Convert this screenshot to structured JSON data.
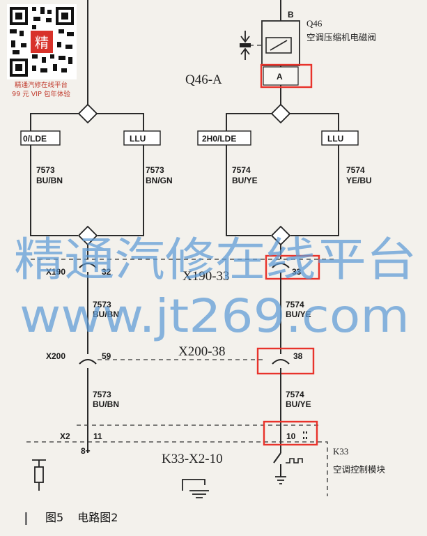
{
  "header": {
    "pin_b": "B",
    "q46_code": "Q46",
    "q46_desc": "空调压缩机电磁阀",
    "q46a_callout": "Q46-A",
    "q46a_pin": "A"
  },
  "left_branch": {
    "box_left": "0/LDE",
    "box_right": "LLU",
    "wire1_code": "7573",
    "wire1_color": "BU/BN",
    "wire2_code": "7573",
    "wire2_color": "BN/GN"
  },
  "right_branch": {
    "box_left": "2H0/LDE",
    "box_right": "LLU",
    "wire1_code": "7574",
    "wire1_color": "BU/YE",
    "wire2_code": "7574",
    "wire2_color": "YE/BU"
  },
  "x190": {
    "label": "X190",
    "left_pin": "32",
    "right_pin": "33",
    "callout": "X190-33"
  },
  "mid_wires": {
    "left_code": "7573",
    "left_color": "BU/BN",
    "right_code": "7574",
    "right_color": "BU/YE"
  },
  "x200": {
    "label": "X200",
    "left_pin": "59",
    "right_pin": "38",
    "callout": "X200-38"
  },
  "low_wires": {
    "left_code": "7573",
    "left_color": "BU/BN",
    "right_code": "7574",
    "right_color": "BU/YE"
  },
  "x2": {
    "label": "X2",
    "left_pin": "11",
    "right_pin": "10",
    "supply": "8+",
    "callout": "K33-X2-10"
  },
  "k33": {
    "code": "K33",
    "desc": "空调控制模块"
  },
  "qr": {
    "badge_char": "精",
    "caption_line1": "精通汽修在线平台",
    "caption_line2": "99 元 VIP 包年体验"
  },
  "watermark": {
    "line1": "精通汽修在线平台",
    "line2": "www.jt269.com"
  },
  "caption": {
    "figure": "图5",
    "title": "电路图2"
  },
  "colors": {
    "highlight": "#e8332b",
    "watermark": "#5d9bd6",
    "wire": "#2a2a2a"
  }
}
